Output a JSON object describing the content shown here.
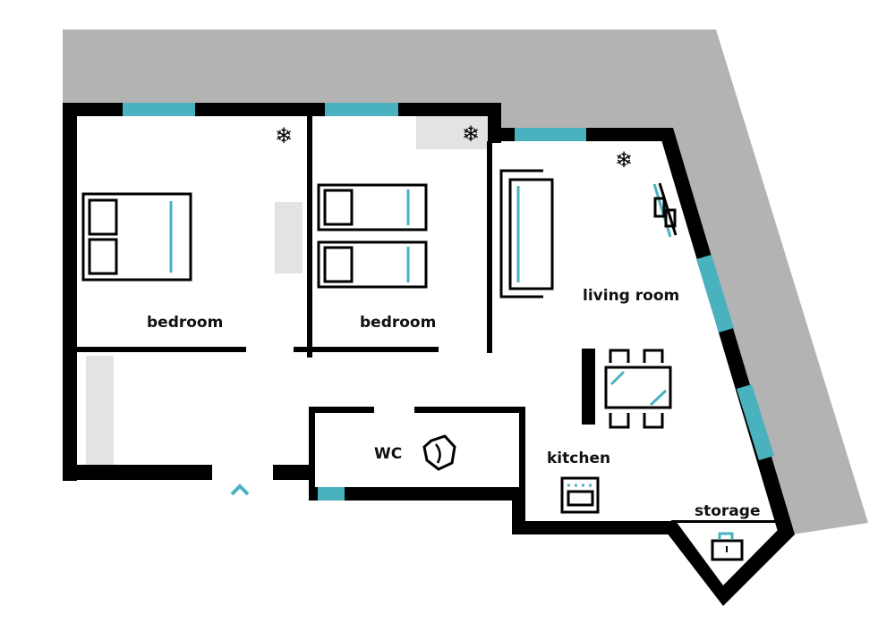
{
  "rooms": {
    "bedroom_1": "bedroom",
    "bedroom_2": "bedroom",
    "living_room": "living room",
    "wc": "WC",
    "kitchen": "kitchen",
    "storage": "storage"
  },
  "icons": {
    "air_conditioning": "snowflake-icon",
    "entrance": "chevron-up-icon",
    "oven": "oven-icon",
    "toilet": "toilet-icon",
    "tv": "tv-icon",
    "washer": "sink-icon"
  },
  "colors": {
    "wall": "#000000",
    "window": "#4ab2bf",
    "exterior": "#b3b3b3",
    "closet": "#e3e3e3"
  },
  "symbols": {
    "snowflake": "❄"
  }
}
